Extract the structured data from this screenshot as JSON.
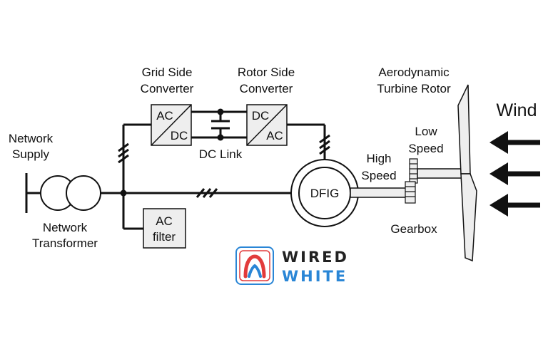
{
  "labels": {
    "network_supply": [
      "Network",
      "Supply"
    ],
    "network_transformer": [
      "Network",
      "Transformer"
    ],
    "grid_side_converter": [
      "Grid Side",
      "Converter"
    ],
    "rotor_side_converter": [
      "Rotor Side",
      "Converter"
    ],
    "dc_link": "DC Link",
    "ac_filter": [
      "AC",
      "filter"
    ],
    "dfig": "DFIG",
    "high_speed": [
      "High",
      "Speed"
    ],
    "low_speed": [
      "Low",
      "Speed"
    ],
    "gearbox": "Gearbox",
    "turbine_rotor": [
      "Aerodynamic",
      "Turbine Rotor"
    ],
    "wind": "Wind"
  },
  "converter_text": {
    "gsc_top": "AC",
    "gsc_bottom": "DC",
    "rsc_top": "DC",
    "rsc_bottom": "AC"
  },
  "logo": {
    "line1": "WIRED",
    "line2": "WHITE"
  },
  "colors": {
    "line": "#111111",
    "box_fill": "#eeeeee",
    "logo_blue": "#2a86d6",
    "logo_red": "#e23b3b",
    "logo_dark": "#222222"
  }
}
